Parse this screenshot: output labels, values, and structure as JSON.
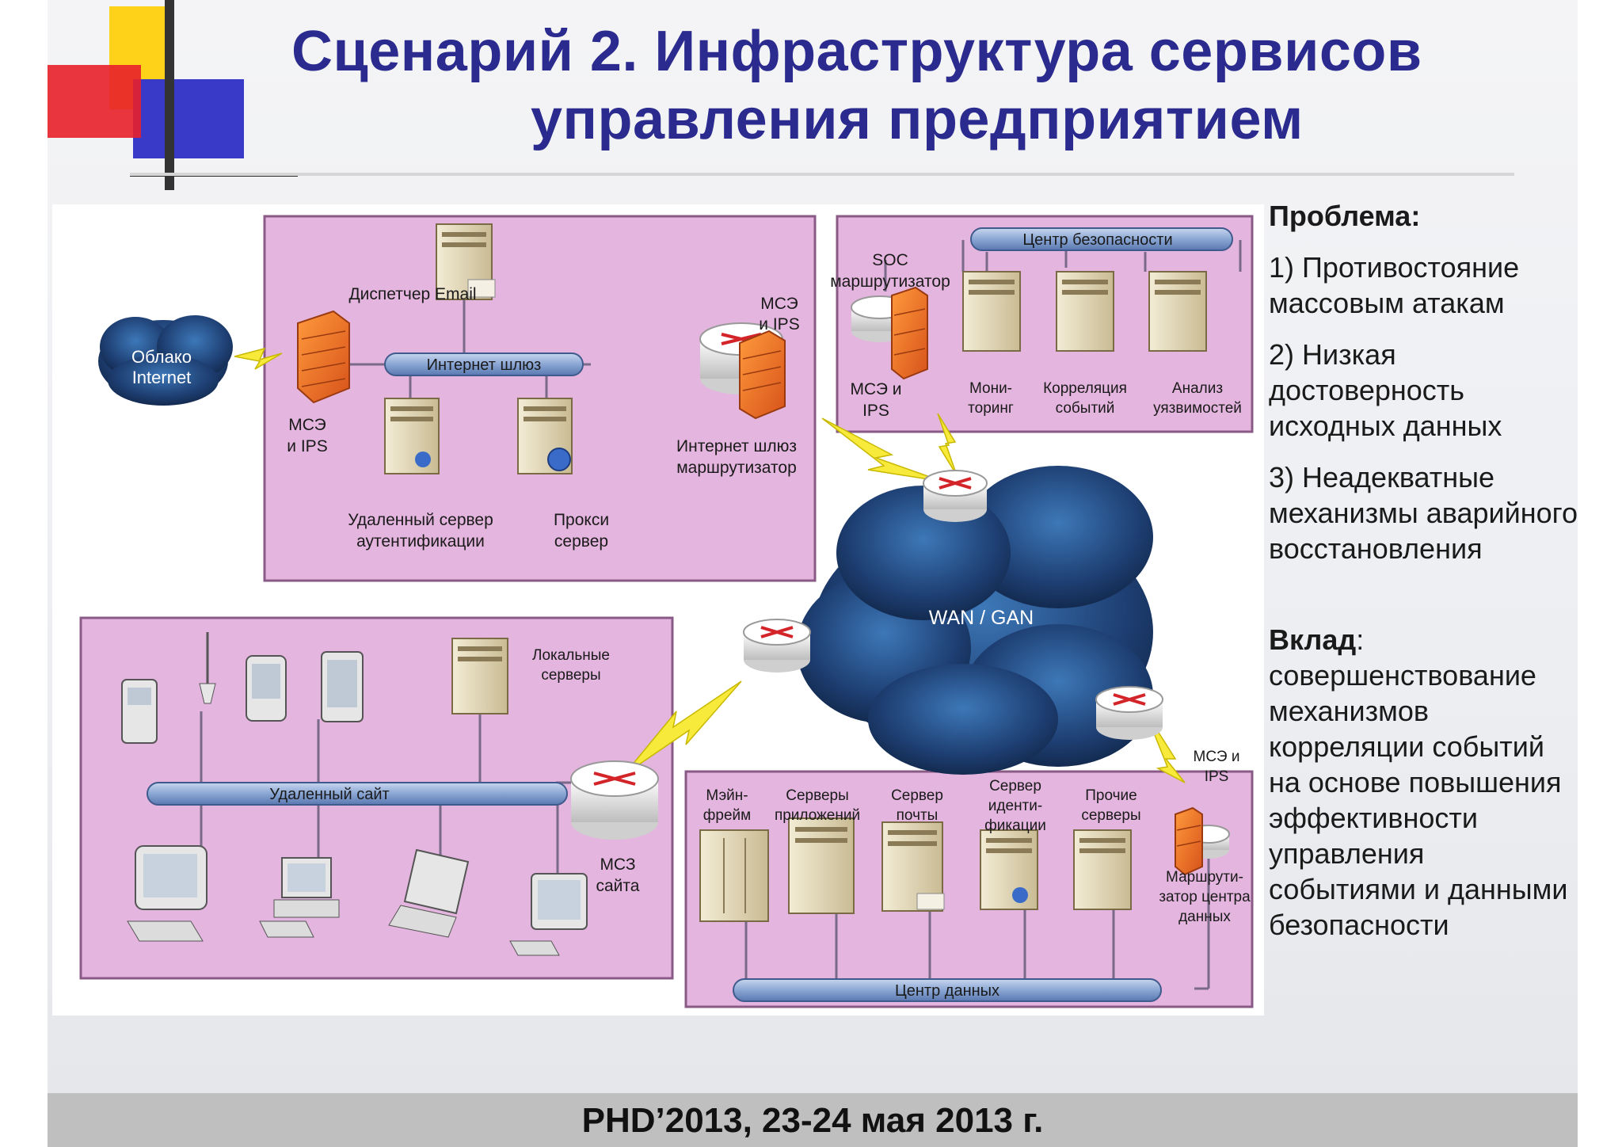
{
  "title_line1": "Сценарий 2. Инфраструктура сервисов",
  "title_line2": "управления предприятием",
  "diagram": {
    "cloud_internet": [
      "Облако",
      "Internet"
    ],
    "fw_ips_left": [
      "МСЭ",
      "и IPS"
    ],
    "email_manager": "Диспетчер Email",
    "internet_gateway_bus": "Интернет шлюз",
    "remote_auth_server": [
      "Удаленный сервер",
      "аутентификации"
    ],
    "proxy_server": [
      "Прокси",
      "сервер"
    ],
    "fw_ips_gateway": [
      "МСЭ",
      "и IPS"
    ],
    "gateway_router": [
      "Интернет шлюз",
      "маршрутизатор"
    ],
    "security_center_bus": "Центр безопасности",
    "soc_router": [
      "SOC",
      "маршрутизатор"
    ],
    "fw_ips_soc": [
      "МСЭ и",
      "IPS"
    ],
    "monitoring": [
      "Мони-",
      "торинг"
    ],
    "event_correlation": [
      "Корреляция",
      "событий"
    ],
    "vuln_analysis": [
      "Анализ",
      "уязвимостей"
    ],
    "wan_gan": "WAN / GAN",
    "local_servers": [
      "Локальные",
      "серверы"
    ],
    "remote_site_bus": "Удаленный сайт",
    "site_firewall": [
      "МСЗ",
      "сайта"
    ],
    "mainframe": [
      "Мэйн-",
      "фрейм"
    ],
    "app_servers": [
      "Серверы",
      "приложений"
    ],
    "mail_server": [
      "Сервер",
      "почты"
    ],
    "ident_server": [
      "Сервер",
      "иденти-",
      "фикации"
    ],
    "other_servers": [
      "Прочие",
      "серверы"
    ],
    "fw_ips_dc": [
      "МСЭ и",
      "IPS"
    ],
    "dc_router": [
      "Маршрути-",
      "затор центра",
      "данных"
    ],
    "data_center_bus": "Центр данных"
  },
  "problem": {
    "heading": "Проблема:",
    "items": [
      "1) Противостояние массовым атакам",
      "2) Низкая достоверность исходных данных",
      "3) Неадекватные механизмы аварийного восстановления"
    ]
  },
  "contribution": {
    "heading": "Вклад",
    "text": ": совершенствование механизмов корреляции событий на основе повышения эффективности управления событиями и данными безопасности"
  },
  "footer": "PHD’2013, 23-24 мая 2013 г."
}
